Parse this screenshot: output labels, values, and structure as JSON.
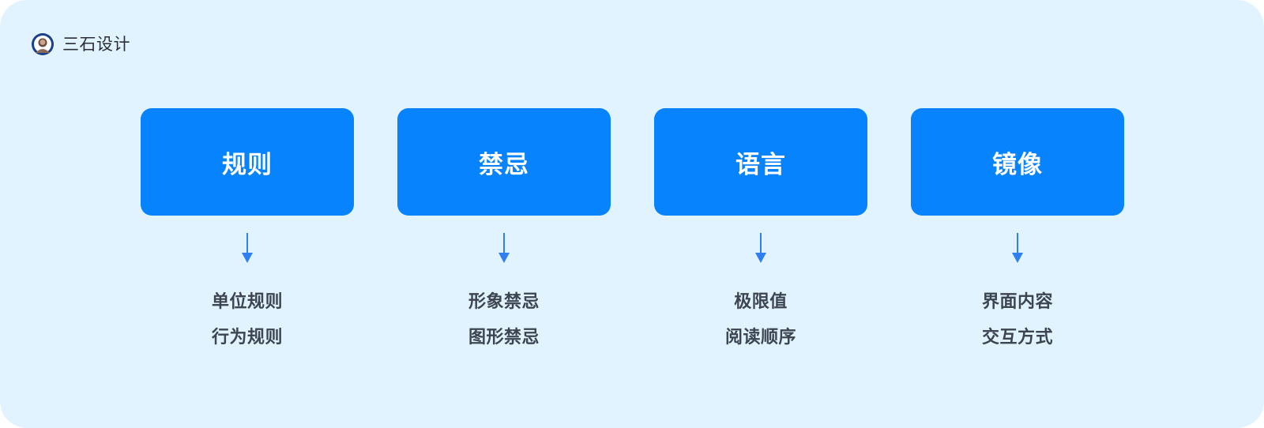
{
  "brand": {
    "name": "三石设计"
  },
  "columns": [
    {
      "title": "规则",
      "items": [
        "单位规则",
        "行为规则"
      ]
    },
    {
      "title": "禁忌",
      "items": [
        "形象禁忌",
        "图形禁忌"
      ]
    },
    {
      "title": "语言",
      "items": [
        "极限值",
        "阅读顺序"
      ]
    },
    {
      "title": "镜像",
      "items": [
        "界面内容",
        "交互方式"
      ]
    }
  ],
  "colors": {
    "background": "#e1f3fe",
    "card": "#0783fe",
    "card_text": "#ffffff",
    "arrow": "#2f7ff0",
    "item_text": "#3c4550"
  }
}
